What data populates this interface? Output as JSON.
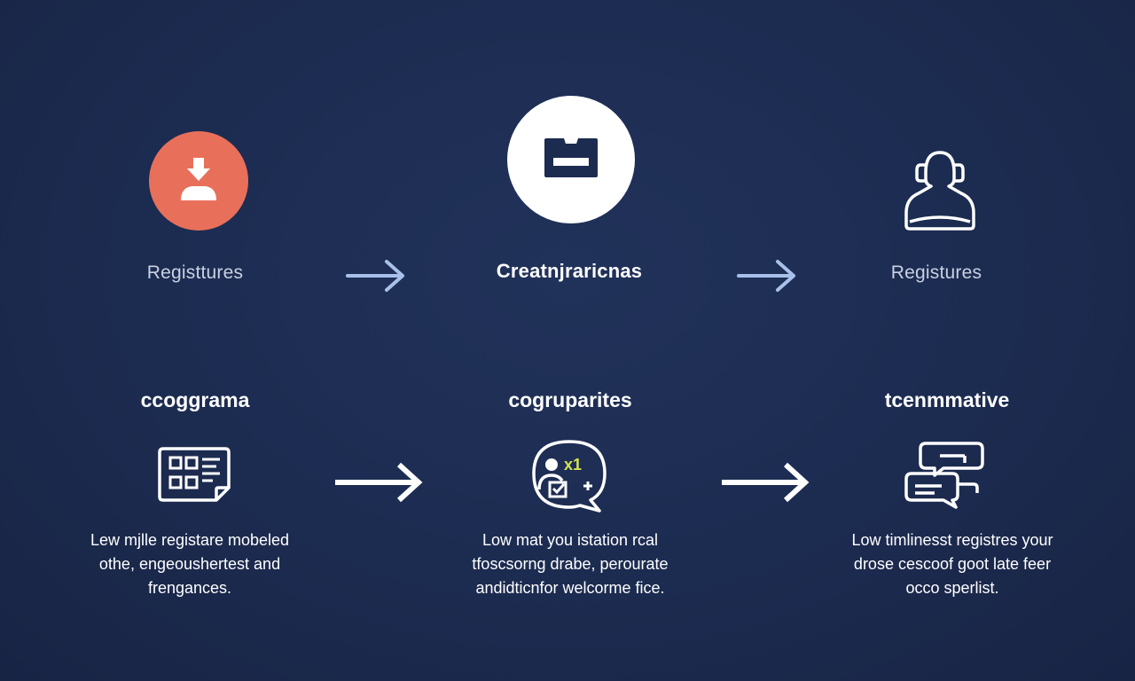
{
  "colors": {
    "background": "#1c2b50",
    "accent_orange": "#e8705a",
    "arrow_light": "#a9c1ea",
    "text_muted": "#c9d1e2",
    "text_white": "#ffffff"
  },
  "top_row": {
    "steps": [
      {
        "label": "Registtures",
        "icon": "user-download-icon"
      },
      {
        "label": "Creatnjraricnas",
        "icon": "card-icon"
      },
      {
        "label": "Registures",
        "icon": "user-outline-icon"
      }
    ],
    "connector_icon": "arrow-right-icon"
  },
  "bottom_row": {
    "steps": [
      {
        "heading": "ccoggrama",
        "icon": "form-grid-icon",
        "lines": [
          "Lew mjlle registare mobeled",
          "othe, engeoushertest and",
          "frengances."
        ]
      },
      {
        "heading": "cogruparites",
        "icon": "chat-user-check-icon",
        "badge": "x1",
        "lines": [
          "Low mat you istation rcal",
          "tfoscsorng drabe, perourate",
          "andidticnfor welcorme fice."
        ]
      },
      {
        "heading": "tcenmmative",
        "icon": "chat-bubbles-icon",
        "lines": [
          "Low timlinesst registres  your",
          "drose cescoof goot late feer",
          "occo sperlist."
        ]
      }
    ],
    "connector_icon": "arrow-right-icon"
  }
}
